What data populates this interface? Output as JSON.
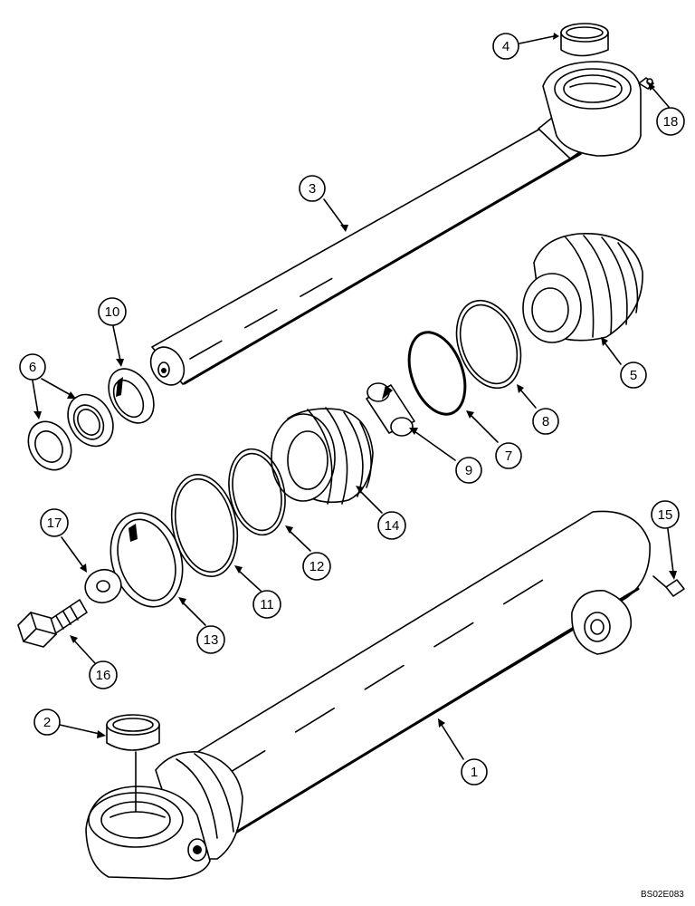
{
  "diagram": {
    "figure_code": "BS02E083",
    "parts": [
      {
        "id": "part-1",
        "label": "1"
      },
      {
        "id": "part-2",
        "label": "2"
      },
      {
        "id": "part-3",
        "label": "3"
      },
      {
        "id": "part-4",
        "label": "4"
      },
      {
        "id": "part-5",
        "label": "5"
      },
      {
        "id": "part-6",
        "label": "6"
      },
      {
        "id": "part-7",
        "label": "7"
      },
      {
        "id": "part-8",
        "label": "8"
      },
      {
        "id": "part-9",
        "label": "9"
      },
      {
        "id": "part-10",
        "label": "10"
      },
      {
        "id": "part-11",
        "label": "11"
      },
      {
        "id": "part-12",
        "label": "12"
      },
      {
        "id": "part-13",
        "label": "13"
      },
      {
        "id": "part-14",
        "label": "14"
      },
      {
        "id": "part-15",
        "label": "15"
      },
      {
        "id": "part-16",
        "label": "16"
      },
      {
        "id": "part-17",
        "label": "17"
      },
      {
        "id": "part-18",
        "label": "18"
      }
    ]
  }
}
